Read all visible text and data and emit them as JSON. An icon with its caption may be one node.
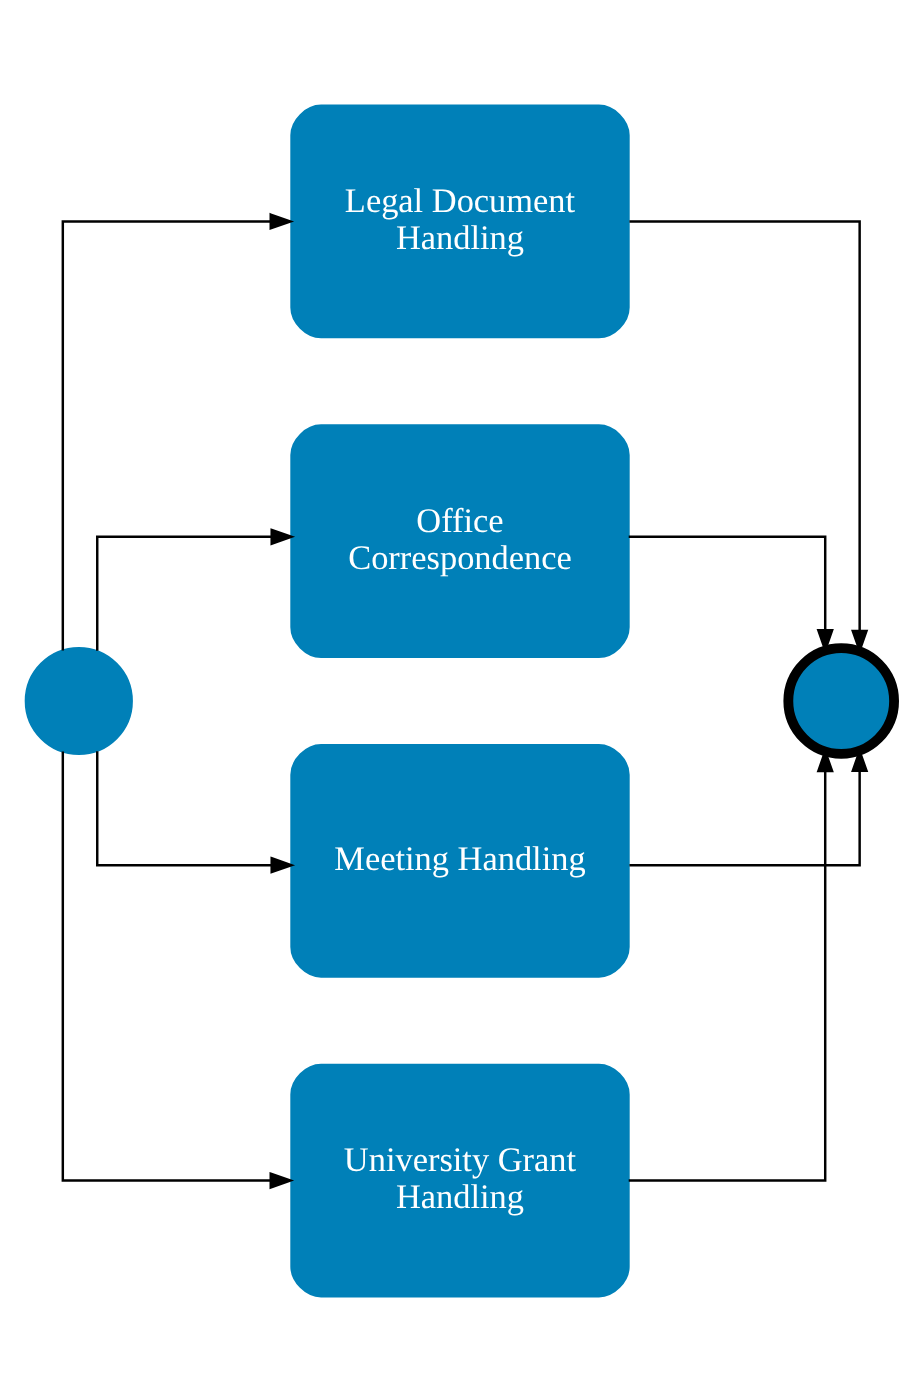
{
  "diagram": {
    "nodes": [
      {
        "text": [],
        "shape": "circle"
      },
      {
        "text": [
          "Legal Document Handling"
        ]
      },
      {
        "text": [
          "Office Correspondence"
        ]
      },
      {
        "text": [
          "Meeting Handling"
        ]
      },
      {
        "text": [
          "University Grant Handling"
        ]
      },
      {
        "text": [],
        "shape": "circle"
      }
    ],
    "edges": [
      {
        "from": 0,
        "to": 1,
        "arrow": "to"
      },
      {
        "from": 0,
        "to": 2,
        "arrow": "to"
      },
      {
        "from": 0,
        "to": 3,
        "arrow": "to"
      },
      {
        "from": 0,
        "to": 4,
        "arrow": "to"
      },
      {
        "from": 1,
        "to": 5,
        "arrow": "to"
      },
      {
        "from": 2,
        "to": 5,
        "arrow": "to"
      },
      {
        "from": 3,
        "to": 5,
        "arrow": "to"
      },
      {
        "from": 4,
        "to": 5,
        "arrow": "to"
      }
    ]
  }
}
